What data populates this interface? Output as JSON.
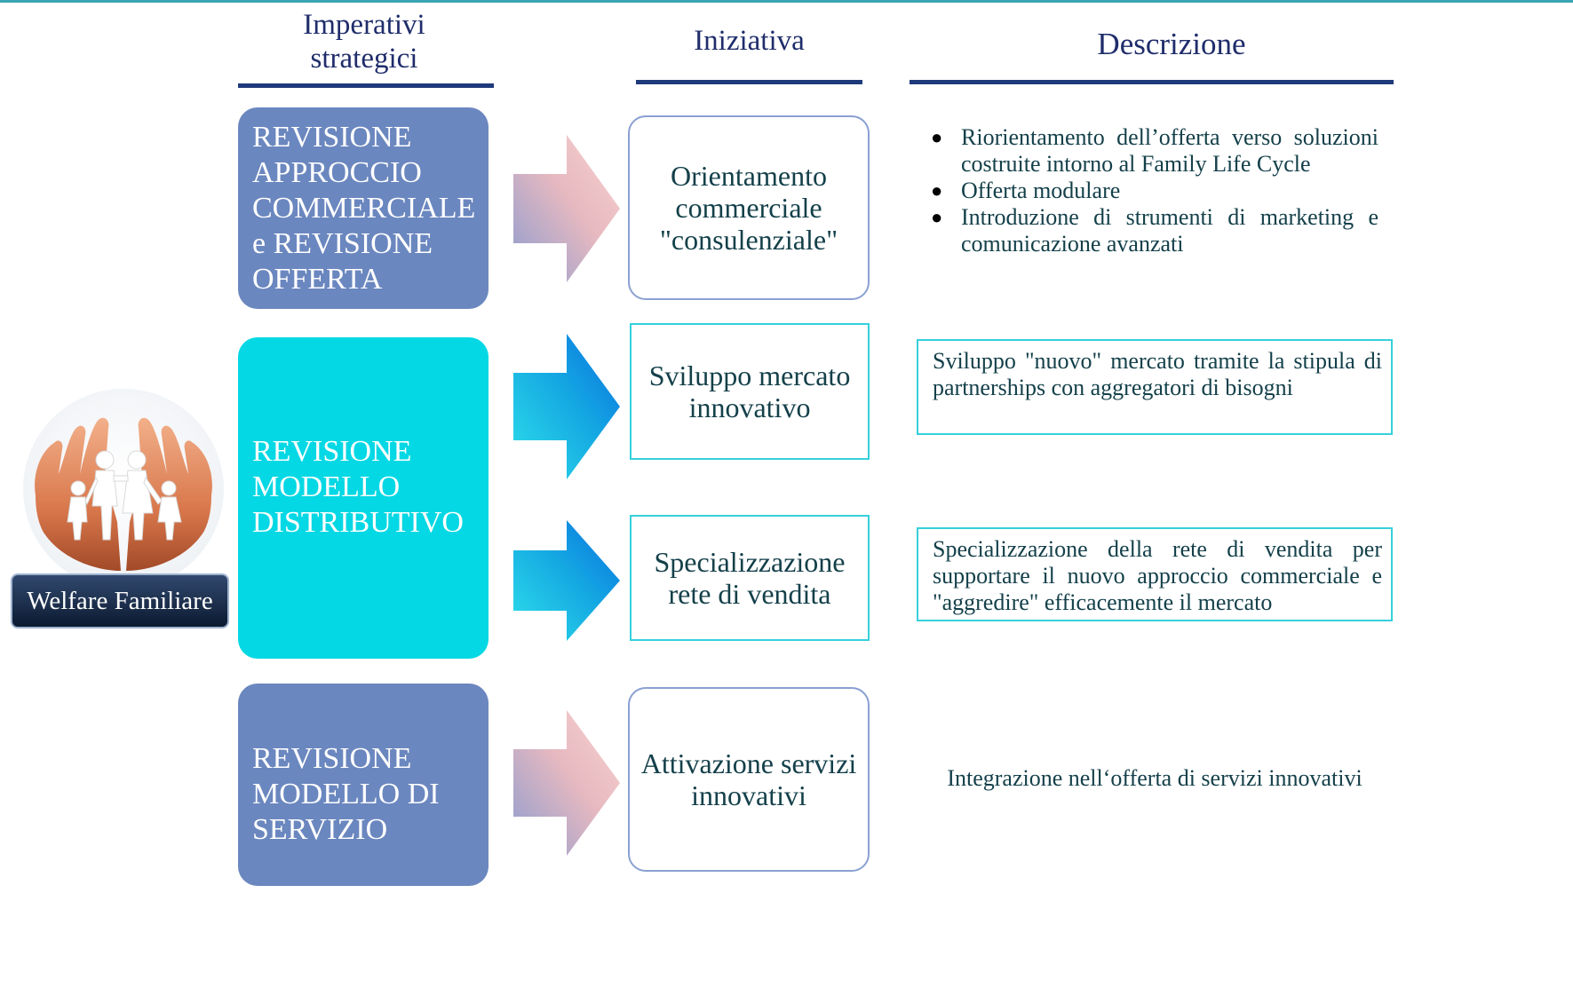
{
  "headers": {
    "imperativi": "Imperativi\nstrategici",
    "iniziativa": "Iniziativa",
    "descrizione": "Descrizione"
  },
  "badge": "Welfare Familiare",
  "photo_icon": "hands-holding-family-icon",
  "imperatives": [
    "REVISIONE\nAPPROCCIO\nCOMMERCIALE\ne REVISIONE\nOFFERTA",
    "REVISIONE\nMODELLO\nDISTRIBUTIVO",
    "REVISIONE\nMODELLO DI\nSERVIZIO"
  ],
  "initiatives": [
    "Orientamento\ncommerciale\n\"consulenziale\"",
    "Sviluppo mercato\ninnovativo",
    "Specializzazione\nrete di vendita",
    "Attivazione servizi\ninnovativi"
  ],
  "descriptions": {
    "commercial_bullets": [
      "Riorientamento dell’offerta verso soluzioni costruite intorno al Family Life Cycle",
      "Offerta modulare",
      "Introduzione di strumenti di marketing e comunicazione avanzati"
    ],
    "market": "Sviluppo \"nuovo\" mercato  tramite la stipula di partnerships con aggregatori di bisogni",
    "network": "Specializzazione della rete di vendita per supportare il nuovo approccio commerciale e \"aggredire\" efficacemente il mercato",
    "services": "Integrazione nell‘offerta di servizi innovativi"
  },
  "colors": {
    "header_text": "#1f2d6b",
    "header_rule": "#1f3a7a",
    "imperative_blue": "#6b87bf",
    "imperative_cyan": "#04d8e4",
    "box_border_cyan": "#36d0dc",
    "box_border_blue": "#8aa0d2",
    "badge_dark": "#0c1a31"
  }
}
